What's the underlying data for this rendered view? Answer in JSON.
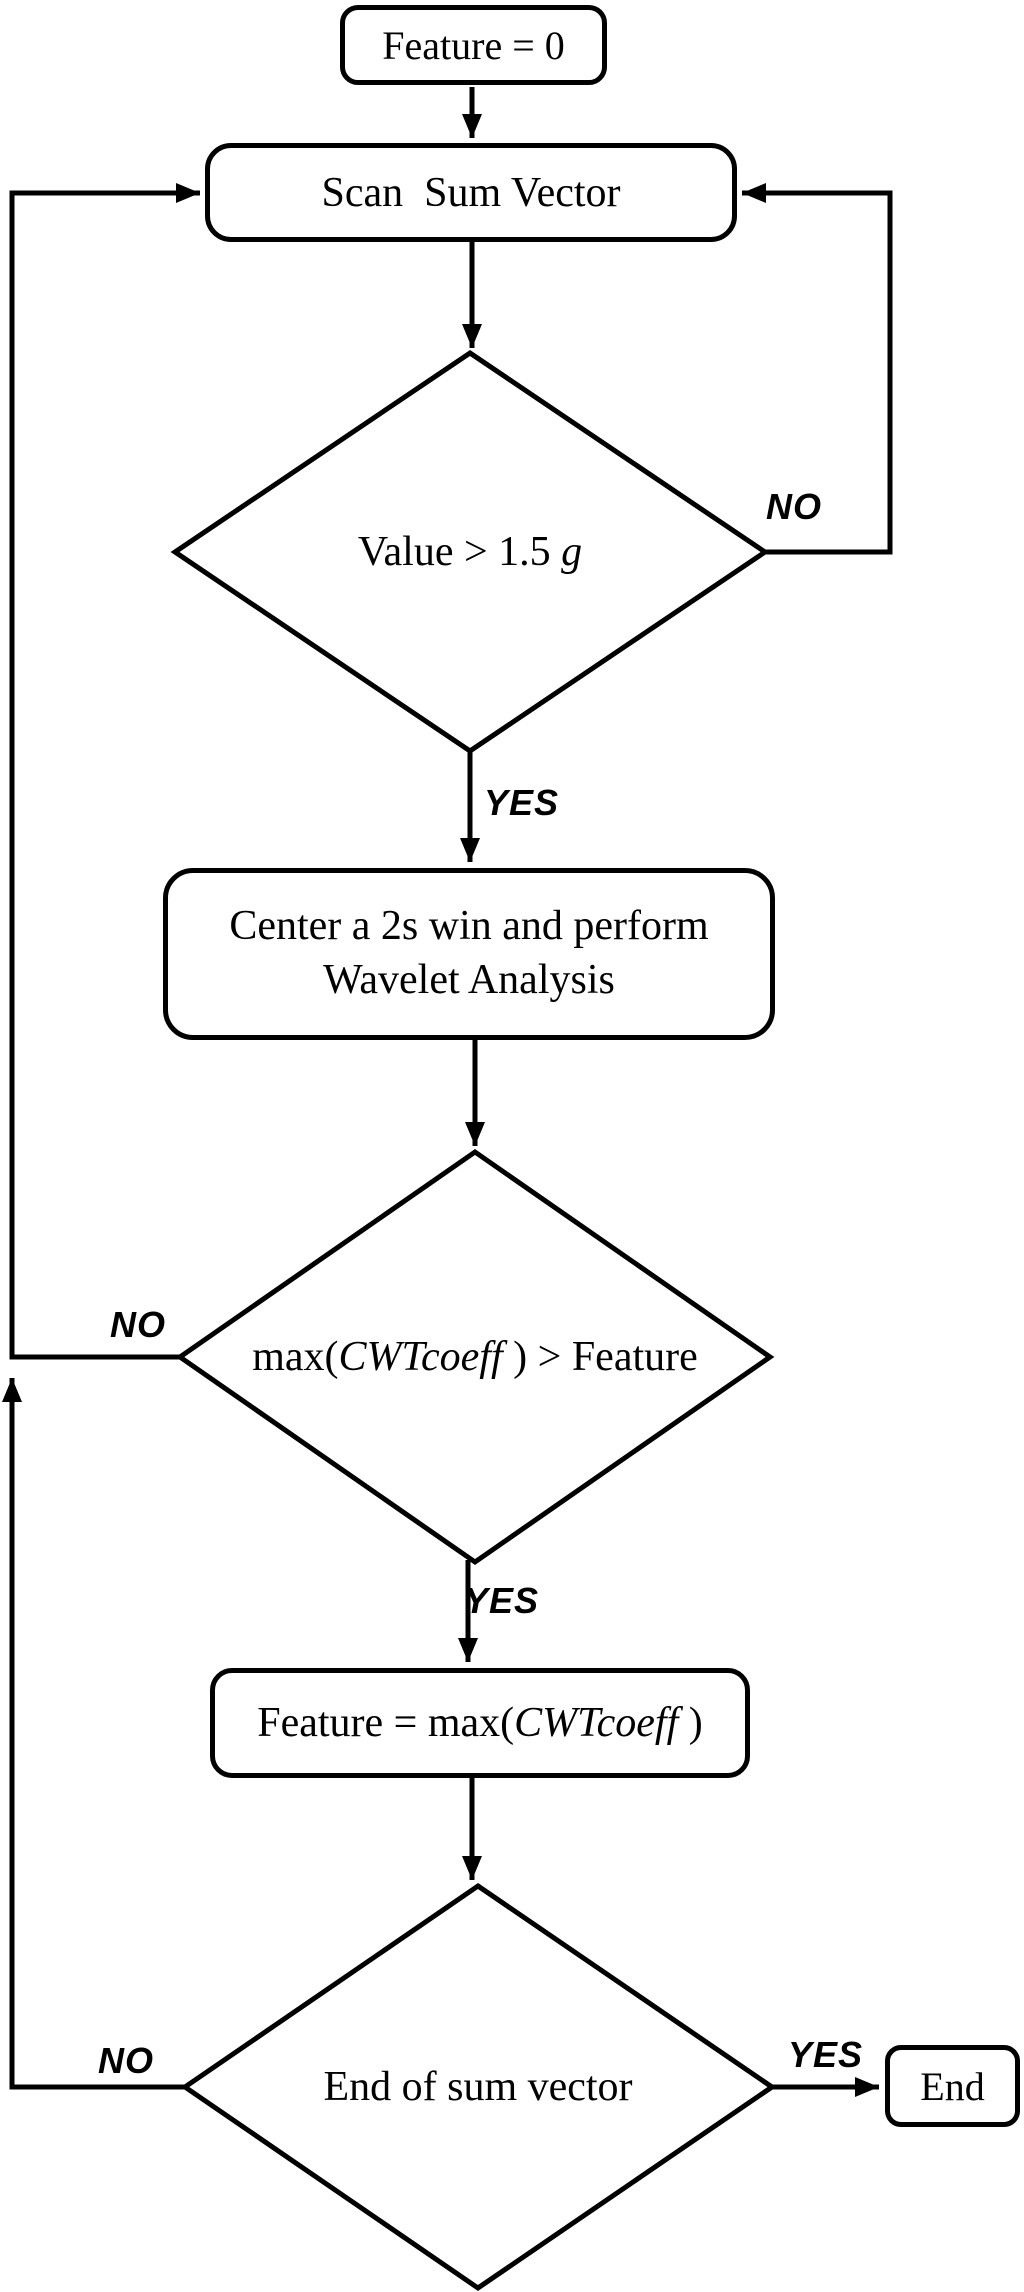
{
  "figure": {
    "title": "fall-detection wavelet feature extraction flowchart",
    "background_color": "#ffffff",
    "stroke_color": "#000000",
    "nodes": {
      "start": {
        "label": "Feature = 0"
      },
      "scan": {
        "label": "Scan  Sum Vector"
      },
      "decision_value": {
        "text_prefix": "Value > 1.5 ",
        "text_italic": "g"
      },
      "process_wavelet": {
        "line1": "Center a 2s win and perform",
        "line2": "Wavelet Analysis"
      },
      "decision_cwt": {
        "text_prefix": "max(",
        "text_italic": "CWTcoeff",
        "text_suffix": " ) > Feature"
      },
      "process_feature": {
        "text_prefix": "Feature = max(",
        "text_italic": "CWTcoeff",
        "text_suffix": " )"
      },
      "decision_endvec": {
        "label": "End of sum vector"
      },
      "end": {
        "label": "End"
      }
    },
    "edge_labels": {
      "value_yes": "YES",
      "value_no": "NO",
      "cwt_yes": "YES",
      "cwt_no": "NO",
      "endvec_yes": "YES",
      "endvec_no": "NO"
    }
  }
}
